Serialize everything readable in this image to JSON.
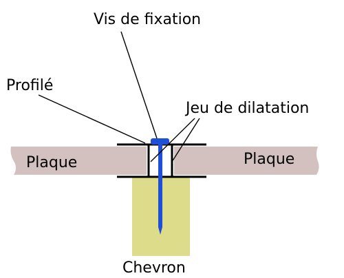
{
  "labels": {
    "screw": "Vis de fixation",
    "profile": "Profilé",
    "expansion_gap": "Jeu de dilatation",
    "plate_left": "Plaque",
    "plate_right": "Plaque",
    "rafter": "Chevron"
  },
  "colors": {
    "plate": "#d3c1bf",
    "rafter": "#dddc8a",
    "screw": "#1e4fd6",
    "profile": "#000000",
    "leader": "#000000",
    "background": "#ffffff"
  }
}
